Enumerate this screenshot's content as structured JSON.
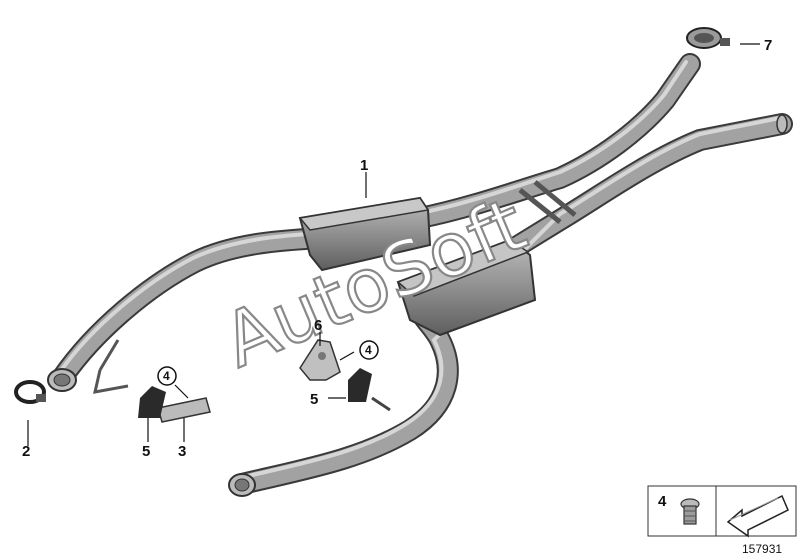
{
  "diagram": {
    "callouts": [
      {
        "id": "label-1",
        "text": "1"
      },
      {
        "id": "label-2",
        "text": "2"
      },
      {
        "id": "label-3",
        "text": "3"
      },
      {
        "id": "label-4a",
        "text": "4"
      },
      {
        "id": "label-4b",
        "text": "4"
      },
      {
        "id": "label-5a",
        "text": "5"
      },
      {
        "id": "label-5b",
        "text": "5"
      },
      {
        "id": "label-6",
        "text": "6"
      },
      {
        "id": "label-7",
        "text": "7"
      }
    ],
    "watermark": "AutoSoft",
    "legend": {
      "bolt_label": "4"
    },
    "diagram_id": "157931"
  },
  "colors": {
    "pipe_fill": "#9a9a9a",
    "pipe_edge": "#444444",
    "muffler_fill": "#8e8e8e",
    "rubber": "#2a2a2a",
    "watermark_stroke": "#888888"
  }
}
